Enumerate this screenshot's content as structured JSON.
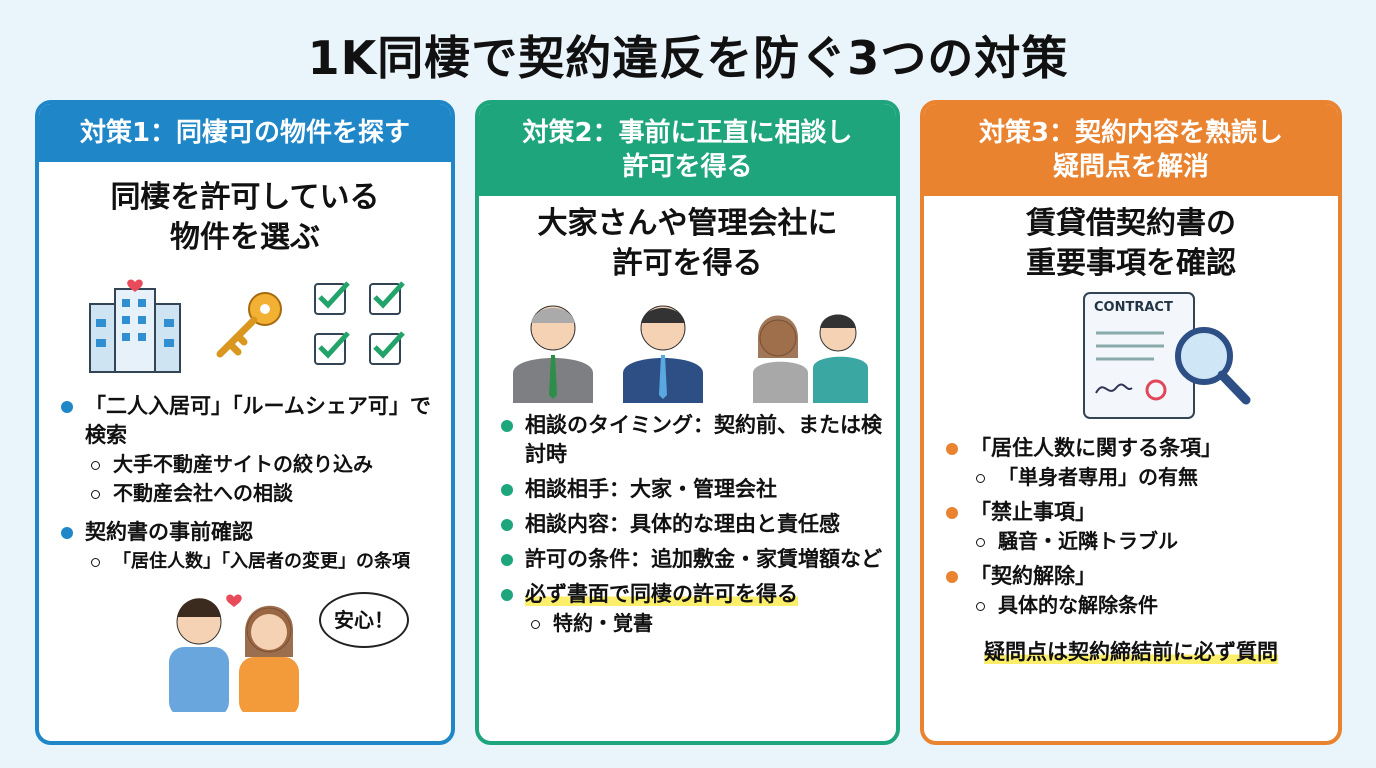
{
  "title": "1K同棲で契約違反を防ぐ3つの対策",
  "colors": {
    "blue": "#1f86c8",
    "green": "#1ea57c",
    "orange": "#ea8330",
    "highlight": "#fbee6a"
  },
  "cards": [
    {
      "header": "対策1：同棲可の物件を探す",
      "subtitle_1": "同棲を許可している",
      "subtitle_2": "物件を選ぶ",
      "items": [
        {
          "text": "「二人入居可」「ルームシェア可」で検索",
          "subs": [
            "大手不動産サイトの絞り込み",
            "不動産会社への相談"
          ]
        },
        {
          "text": "契約書の事前確認",
          "subs": [
            "「居住人数」「入居者の変更」の条項"
          ]
        }
      ],
      "speech": "安心！"
    },
    {
      "header_1": "対策2：事前に正直に相談し",
      "header_2": "許可を得る",
      "subtitle_1": "大家さんや管理会社に",
      "subtitle_2": "許可を得る",
      "items": [
        {
          "text": "相談のタイミング：契約前、または検討時"
        },
        {
          "text": "相談相手：大家・管理会社"
        },
        {
          "text": "相談内容：具体的な理由と責任感"
        },
        {
          "text": "許可の条件：追加敷金・家賃増額など"
        },
        {
          "text": "必ず書面で同棲の許可を得る",
          "subs": [
            "特約・覚書"
          ]
        }
      ]
    },
    {
      "header_1": "対策3：契約内容を熟読し",
      "header_2": "疑問点を解消",
      "subtitle_1": "賃貸借契約書の",
      "subtitle_2": "重要事項を確認",
      "doc_label": "CONTRACT",
      "items": [
        {
          "text": "「居住人数に関する条項」",
          "subs": [
            "「単身者専用」の有無"
          ]
        },
        {
          "text": "「禁止事項」",
          "subs": [
            "騒音・近隣トラブル"
          ]
        },
        {
          "text": "「契約解除」",
          "subs": [
            "具体的な解除条件"
          ]
        }
      ],
      "footer": "疑問点は契約締結前に必ず質問"
    }
  ]
}
